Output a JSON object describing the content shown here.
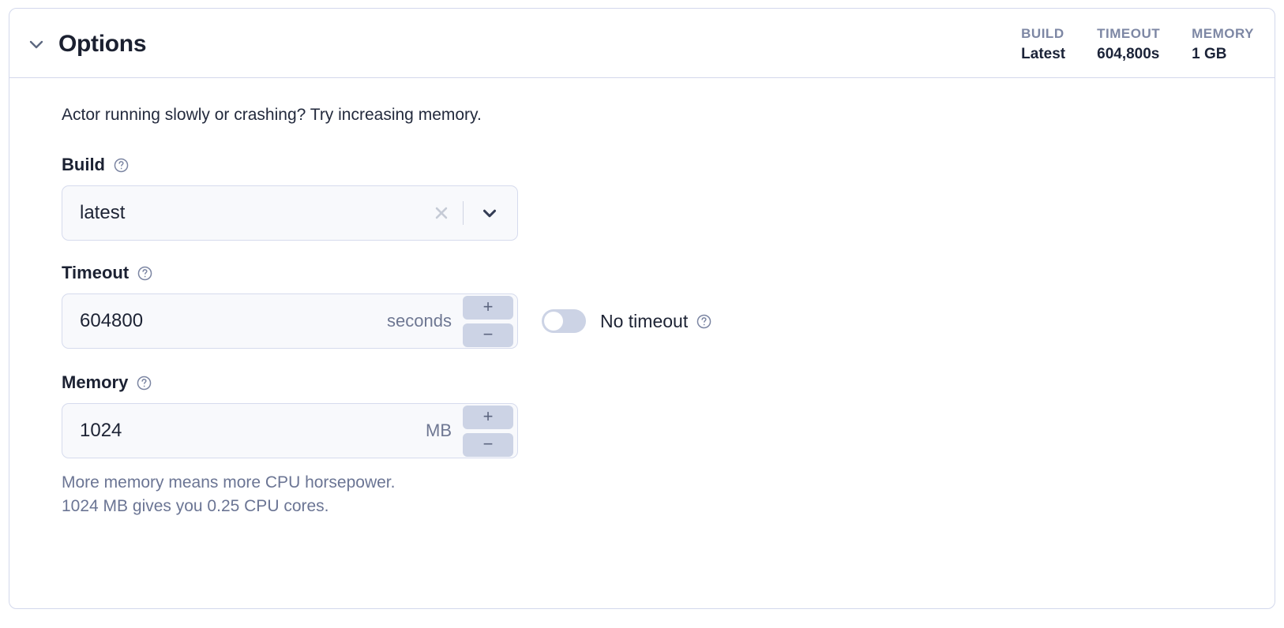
{
  "panel": {
    "title": "Options",
    "collapse_icon": "chevron-down-icon",
    "stats": [
      {
        "label": "BUILD",
        "value": "Latest"
      },
      {
        "label": "TIMEOUT",
        "value": "604,800s"
      },
      {
        "label": "MEMORY",
        "value": "1 GB"
      }
    ]
  },
  "body": {
    "hint": "Actor running slowly or crashing? Try increasing memory.",
    "build": {
      "label": "Build",
      "help_icon": "question-circle-icon",
      "value": "latest",
      "placeholder": "latest",
      "clear_icon": "close-icon",
      "dropdown_icon": "chevron-down-icon"
    },
    "timeout": {
      "label": "Timeout",
      "help_icon": "question-circle-icon",
      "value": "604800",
      "unit": "seconds",
      "increment_label": "+",
      "decrement_label": "−",
      "no_timeout_label": "No timeout",
      "no_timeout_help_icon": "question-circle-icon",
      "no_timeout_state": "off"
    },
    "memory": {
      "label": "Memory",
      "help_icon": "question-circle-icon",
      "value": "1024",
      "unit": "MB",
      "increment_label": "+",
      "decrement_label": "−",
      "hint_line1": "More memory means more CPU horsepower.",
      "hint_line2": "1024 MB gives you 0.25 CPU cores."
    }
  },
  "colors": {
    "card_border": "#d3d8ec",
    "field_bg": "#f8f9fc",
    "field_border": "#d6dbed",
    "stepper_bg": "#ccd3e5",
    "text_primary": "#1f2436",
    "text_muted": "#6b7594"
  }
}
